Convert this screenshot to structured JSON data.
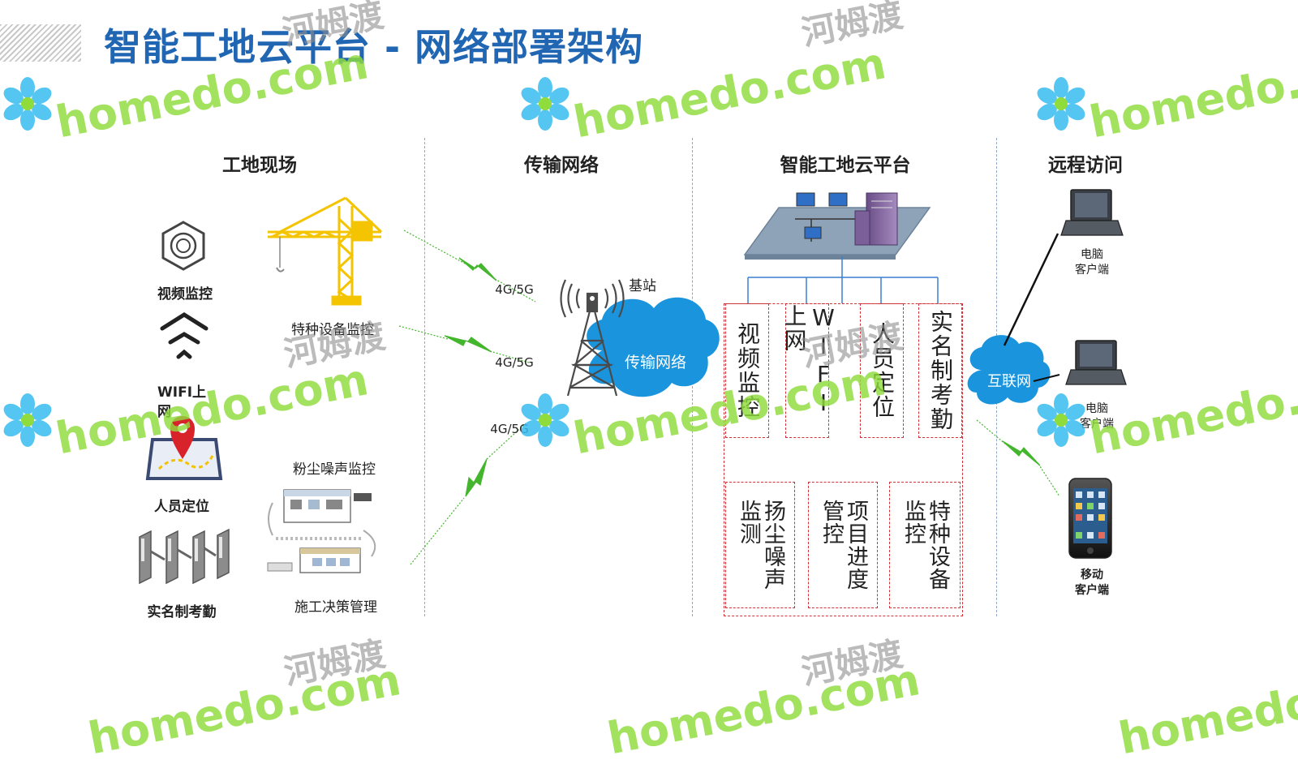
{
  "page": {
    "title": "智能工地云平台 - 网络部署架构"
  },
  "columns": [
    {
      "title": "工地现场"
    },
    {
      "title": "传输网络"
    },
    {
      "title": "智能工地云平台"
    },
    {
      "title": "远程访问"
    }
  ],
  "site": {
    "video": "视频监控",
    "wifi": "WIFI上网",
    "location": "人员定位",
    "attendance": "实名制考勤",
    "crane": "特种设备监控",
    "dust": "粉尘噪声监控",
    "decision": "施工决策管理"
  },
  "network": {
    "link_label": "4G/5G",
    "base_station": "基站",
    "cloud": "传输网络"
  },
  "platform": {
    "modules_top": [
      "视频监控",
      "WIFI上网",
      "人员定位",
      "实名制考勤"
    ],
    "modules_bottom": [
      "扬尘噪声\n监测",
      "项目进度\n管控",
      "特种设备\n监控"
    ]
  },
  "remote": {
    "internet": "互联网",
    "pc1": [
      "电脑",
      "客户端"
    ],
    "pc2": [
      "电脑",
      "客户端"
    ],
    "mobile": [
      "移动",
      "客户端"
    ]
  },
  "watermark": {
    "brand": "homedo.com",
    "cn": "河姆渡"
  },
  "colors": {
    "title": "#2166b3",
    "cloud": "#1a94dd",
    "module_border": "#d0333a",
    "lightning": "#44b62e",
    "crane": "#f5c400"
  }
}
